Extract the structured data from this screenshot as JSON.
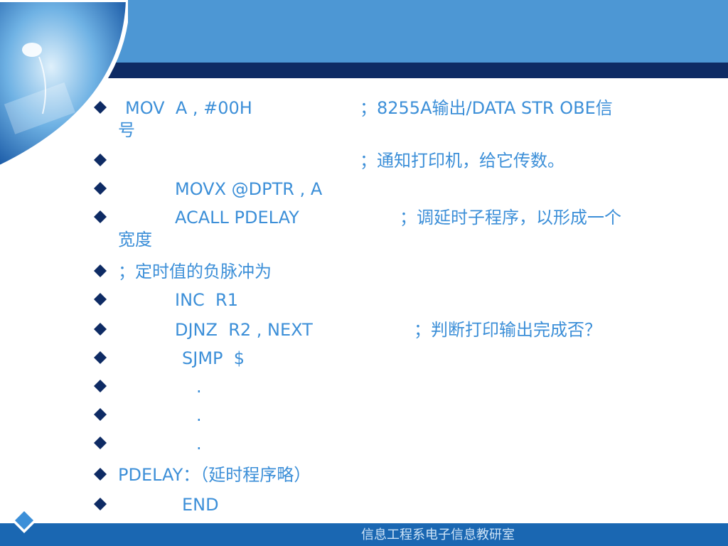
{
  "colors": {
    "accent": "#3c8fd8",
    "band": "#4d97d4",
    "stripe": "#0e2b64",
    "footer": "#1a67b2",
    "bullet": "#0e2b64"
  },
  "lines": [
    {
      "code": "MOV  A , #00H",
      "comment": "；8255A输出/DATA STR OBE信",
      "cont": "号"
    },
    {
      "code": "",
      "comment": "；通知打印机，给它传数。"
    },
    {
      "code": "MOVX @DPTR , A",
      "comment": ""
    },
    {
      "code": "ACALL PDELAY",
      "comment": "；调延时子程序，以形成一个",
      "cont": "宽度"
    },
    {
      "code": "；定时值的负脉冲为",
      "comment": ""
    },
    {
      "code": "INC  R1",
      "comment": ""
    },
    {
      "code": "DJNZ  R2 , NEXT",
      "comment": "；判断打印输出完成否？"
    },
    {
      "code": "SJMP  $",
      "comment": ""
    },
    {
      "code": ".",
      "comment": ""
    },
    {
      "code": ".",
      "comment": ""
    },
    {
      "code": ".",
      "comment": ""
    },
    {
      "code": "PDELAY：（延时程序略）",
      "comment": ""
    },
    {
      "code": "END",
      "comment": ""
    }
  ],
  "footer": {
    "text": "信息工程系电子信息教研室"
  }
}
